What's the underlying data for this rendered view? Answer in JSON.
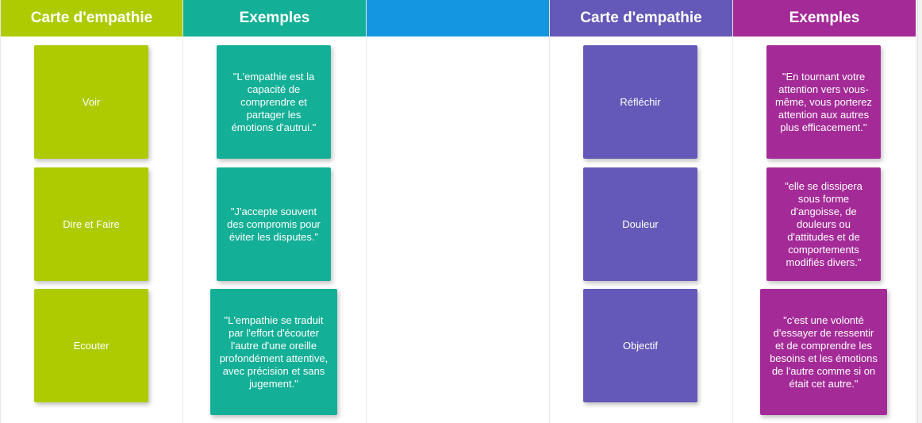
{
  "colors": {
    "lime": "#adcb00",
    "teal": "#14af97",
    "blue": "#1596e0",
    "indigo": "#6459b8",
    "magenta": "#a42b97"
  },
  "columns": [
    {
      "header": "Carte d'empathie",
      "notes": [
        "Voir",
        "Dire et Faire",
        "Ecouter"
      ]
    },
    {
      "header": "Exemples",
      "notes": [
        "\"L'empathie est la capacité de comprendre et partager les émotions d'autrui.\"",
        "\"J'accepte souvent des compromis pour éviter les disputes.\"",
        "\"L'empathie se traduit par l'effort d'écouter l'autre d'une oreille profondément attentive, avec précision et sans jugement.\""
      ]
    },
    {
      "header": "",
      "notes": []
    },
    {
      "header": "Carte d'empathie",
      "notes": [
        "Réfléchir",
        "Douleur",
        "Objectif"
      ]
    },
    {
      "header": "Exemples",
      "notes": [
        "\"En tournant votre attention vers vous-même, vous porterez attention aux autres plus efficacement.''",
        "\"elle se dissipera sous forme d'angoisse, de douleurs ou d'attitudes et de comportements modifiés divers.\"",
        "\"c'est une volonté d'essayer de ressentir et de comprendre les besoins et les émotions de l'autre comme si on était cet autre.\""
      ]
    }
  ]
}
